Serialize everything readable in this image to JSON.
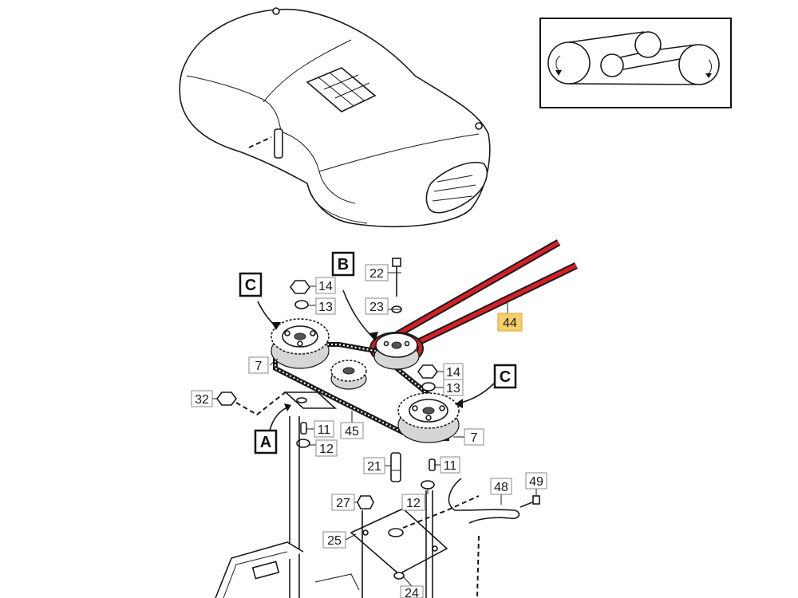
{
  "callouts": {
    "c7a": "7",
    "c7b": "7",
    "c11a": "11",
    "c11b": "11",
    "c12a": "12",
    "c12b": "12",
    "c13a": "13",
    "c13b": "13",
    "c14a": "14",
    "c14b": "14",
    "c21": "21",
    "c22": "22",
    "c23": "23",
    "c24": "24",
    "c25": "25",
    "c27": "27",
    "c32": "32",
    "c44": "44",
    "c45": "45",
    "c48": "48",
    "c49": "49"
  },
  "letters": {
    "a": "A",
    "b": "B",
    "c1": "C",
    "c2": "C"
  },
  "colors": {
    "belt_red": "#d81f26",
    "highlight": "#f5cf6a",
    "line": "#1a1a1a"
  }
}
